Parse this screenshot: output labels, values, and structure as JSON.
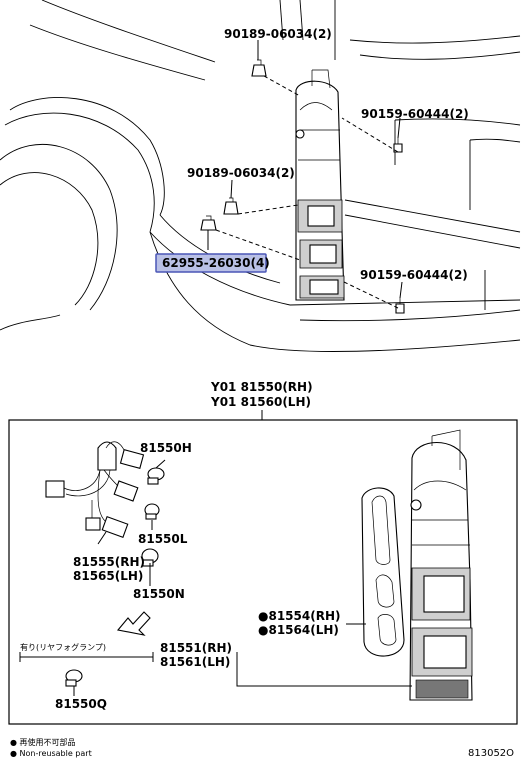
{
  "labels": {
    "clip_upper": "90189-06034(2)",
    "screw_upper": "90159-60444(2)",
    "clip_lower": "90189-06034(2)",
    "highlight_part": "62955-26030(4)",
    "screw_lower": "90159-60444(2)",
    "assy_rh": "Y01 81550(RH)",
    "assy_lh": "Y01 81560(LH)",
    "bulb_h": "81550H",
    "bulb_l": "81550L",
    "socket_rh": "81555(RH)",
    "socket_lh": "81565(LH)",
    "bulb_n": "81550N",
    "gasket_rh": "●81554(RH)",
    "gasket_lh": "●81564(LH)",
    "lens_rh": "81551(RH)",
    "lens_lh": "81561(LH)",
    "fog_note": "有り(リヤフォグランプ)",
    "bulb_q": "81550Q"
  },
  "legend": {
    "line1": "● 再使用不可部品",
    "line2": "● Non-reusable part"
  },
  "figure_code": "813052O",
  "colors": {
    "highlight_fill": "#b9c0e6",
    "highlight_stroke": "#4a56b5"
  }
}
